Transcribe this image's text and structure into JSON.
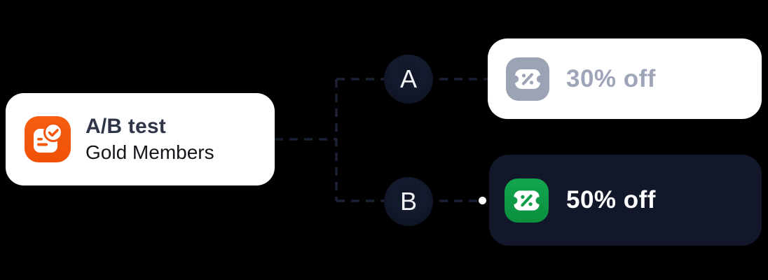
{
  "flow": {
    "source": {
      "title": "A/B test",
      "subtitle": "Gold Members",
      "icon": "ab-test-document-check-icon"
    },
    "branches": [
      {
        "label": "A"
      },
      {
        "label": "B"
      }
    ],
    "variants": [
      {
        "label": "30% off",
        "icon": "coupon-percent-icon",
        "state": "inactive"
      },
      {
        "label": "50% off",
        "icon": "coupon-percent-icon",
        "state": "active"
      }
    ]
  },
  "colors": {
    "background": "#000000",
    "accent_orange": "#F4570B",
    "inactive_gray": "#9CA3B4",
    "active_green": "#0F9D47",
    "card_dark": "#121829",
    "node_circle": "#0E1422",
    "connector": "#1B2137",
    "title_navy": "#2E3547"
  }
}
